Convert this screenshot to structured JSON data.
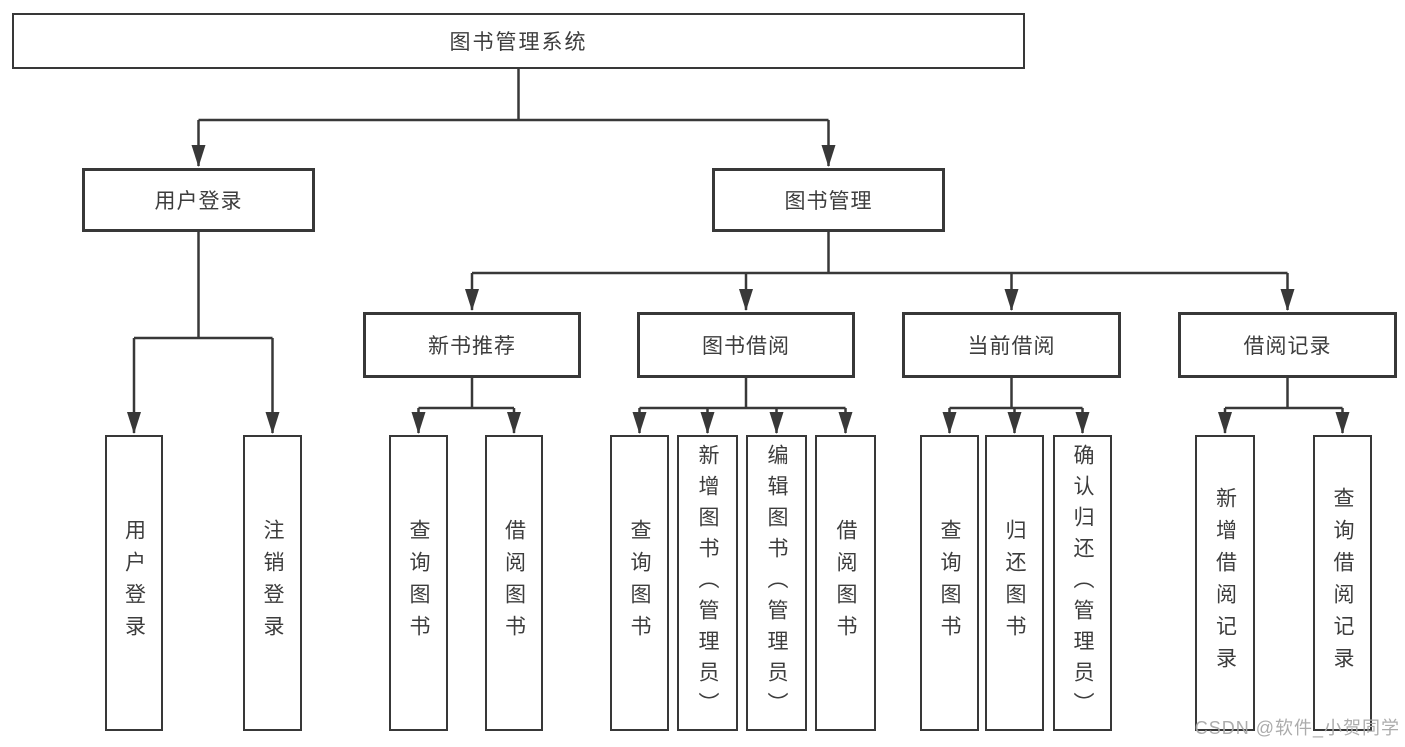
{
  "tree": {
    "label": "图书管理系统",
    "children": [
      {
        "label": "用户登录",
        "children": [
          {
            "label": "用户登录"
          },
          {
            "label": "注销登录"
          }
        ]
      },
      {
        "label": "图书管理",
        "children": [
          {
            "label": "新书推荐",
            "children": [
              {
                "label": "查询图书"
              },
              {
                "label": "借阅图书"
              }
            ]
          },
          {
            "label": "图书借阅",
            "children": [
              {
                "label": "查询图书"
              },
              {
                "label": "新增图书（管理员）"
              },
              {
                "label": "编辑图书（管理员）"
              },
              {
                "label": "借阅图书"
              }
            ]
          },
          {
            "label": "当前借阅",
            "children": [
              {
                "label": "查询图书"
              },
              {
                "label": "归还图书"
              },
              {
                "label": "确认归还（管理员）"
              }
            ]
          },
          {
            "label": "借阅记录",
            "children": [
              {
                "label": "新增借阅记录"
              },
              {
                "label": "查询借阅记录"
              }
            ]
          }
        ]
      }
    ]
  },
  "watermark": "CSDN @软件_小贺同学",
  "colors": {
    "line": "#383838",
    "box_border": "#383838",
    "text": "#3d3d3d",
    "watermark": "#a8a8a8",
    "background": "#ffffff"
  }
}
